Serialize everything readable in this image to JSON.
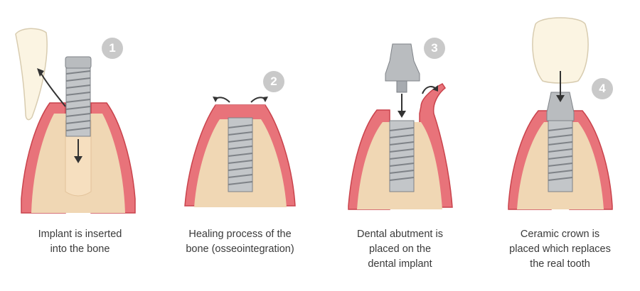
{
  "steps": [
    {
      "number": "1",
      "caption_lines": [
        "Implant is inserted",
        "into the bone"
      ]
    },
    {
      "number": "2",
      "caption_lines": [
        "Healing process of the",
        "bone (osseointegration)"
      ]
    },
    {
      "number": "3",
      "caption_lines": [
        "Dental abutment is",
        "placed on the",
        "dental implant"
      ]
    },
    {
      "number": "4",
      "caption_lines": [
        "Ceramic crown is",
        "placed which replaces",
        "the real tooth"
      ]
    }
  ],
  "colors": {
    "gum": "#e8737a",
    "gum_edge": "#c9434c",
    "bone": "#f0d7b4",
    "bone_dots": "#d9b98d",
    "metal": "#b9bcbf",
    "metal_dark": "#7e8287",
    "tooth": "#fbf4e2",
    "badge": "#c9c9c9",
    "text": "#3a3a3a"
  }
}
